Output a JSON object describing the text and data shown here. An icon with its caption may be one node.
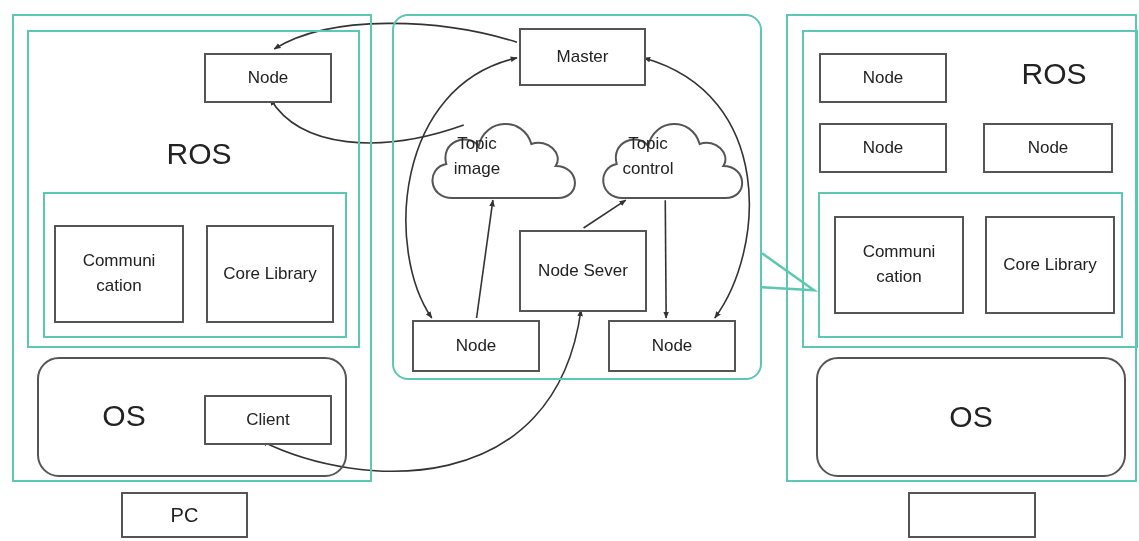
{
  "diagram": {
    "nodes": [
      {
        "text": [],
        "shape": "box"
      },
      {
        "text": [
          "ROS"
        ],
        "in": 0
      },
      {
        "text": [
          "Node"
        ],
        "in": 1
      },
      {
        "text": [],
        "shape": "box",
        "in": 1
      },
      {
        "text": [
          "Communi cation"
        ],
        "in": 3
      },
      {
        "text": [
          "Core Library"
        ],
        "in": 3
      },
      {
        "text": [
          "OS"
        ],
        "in": 0
      },
      {
        "text": [
          "Client"
        ],
        "in": 6
      },
      {
        "text": [
          "PC"
        ]
      },
      {
        "text": [],
        "shape": "box"
      },
      {
        "text": [
          "Master"
        ],
        "in": 9
      },
      {
        "text": [
          "Topic image"
        ],
        "in": 9
      },
      {
        "text": [
          "Topic control"
        ],
        "in": 9
      },
      {
        "text": [
          "Node Sever"
        ],
        "in": 9
      },
      {
        "text": [
          "Node"
        ],
        "in": 9
      },
      {
        "text": [
          "Node"
        ],
        "in": 9
      },
      {
        "text": [],
        "shape": "box"
      },
      {
        "text": [
          "ROS"
        ],
        "in": 16
      },
      {
        "text": [
          "Node"
        ],
        "in": 17
      },
      {
        "text": [
          "Node"
        ],
        "in": 17
      },
      {
        "text": [
          "Node"
        ],
        "in": 17
      },
      {
        "text": [],
        "shape": "box",
        "in": 17
      },
      {
        "text": [
          "Communi cation"
        ],
        "in": 21
      },
      {
        "text": [
          "Core Library"
        ],
        "in": 21
      },
      {
        "text": [
          "OS"
        ],
        "in": 16
      },
      {
        "text": [],
        "shape": "box"
      }
    ],
    "edges": [
      {
        "from": 10,
        "to": 2,
        "arrow": "to"
      },
      {
        "from": 11,
        "to": 2,
        "arrow": "to"
      },
      {
        "from": 10,
        "to": 14,
        "arrow": "both"
      },
      {
        "from": 14,
        "to": 11,
        "arrow": "to"
      },
      {
        "from": 13,
        "to": 12,
        "arrow": "to"
      },
      {
        "from": 12,
        "to": 15,
        "arrow": "to"
      },
      {
        "from": 10,
        "to": 15,
        "arrow": "both"
      },
      {
        "from": 7,
        "to": 13,
        "arrow": "both"
      },
      {
        "from": 9,
        "to": 21,
        "arrow": "none",
        "color": "#5cc8b4"
      }
    ]
  }
}
